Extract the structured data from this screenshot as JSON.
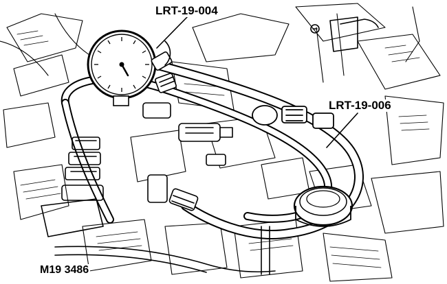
{
  "callouts": {
    "gauge_tool": "LRT-19-004",
    "hose_tool": "LRT-19-006"
  },
  "figure_code": "M19 3486",
  "colors": {
    "ink": "#000000",
    "paper": "#ffffff"
  }
}
